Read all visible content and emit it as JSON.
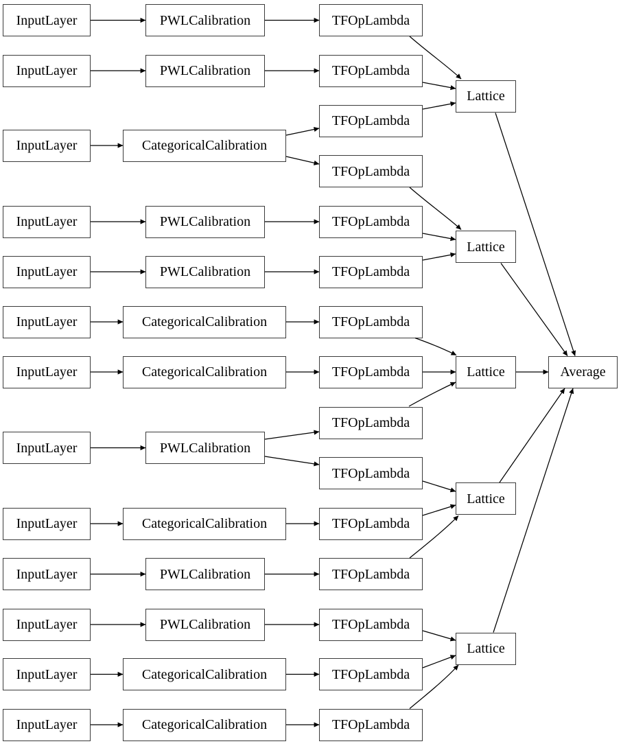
{
  "diagram": {
    "background": "#ffffff",
    "node_border_color": "#3a3a3a",
    "edge_color": "#000000",
    "text_color": "#000000"
  },
  "labels": {
    "input": "InputLayer",
    "pwl": "PWLCalibration",
    "categorical": "CategoricalCalibration",
    "lambda": "TFOpLambda",
    "lattice": "Lattice",
    "average": "Average"
  },
  "nodes": [
    {
      "id": "in1",
      "label": "InputLayer"
    },
    {
      "id": "in2",
      "label": "InputLayer"
    },
    {
      "id": "in3",
      "label": "InputLayer"
    },
    {
      "id": "in4",
      "label": "InputLayer"
    },
    {
      "id": "in5",
      "label": "InputLayer"
    },
    {
      "id": "in6",
      "label": "InputLayer"
    },
    {
      "id": "in7",
      "label": "InputLayer"
    },
    {
      "id": "in8",
      "label": "InputLayer"
    },
    {
      "id": "in9",
      "label": "InputLayer"
    },
    {
      "id": "in10",
      "label": "InputLayer"
    },
    {
      "id": "in11",
      "label": "InputLayer"
    },
    {
      "id": "in12",
      "label": "InputLayer"
    },
    {
      "id": "in13",
      "label": "InputLayer"
    },
    {
      "id": "cal1",
      "label": "PWLCalibration"
    },
    {
      "id": "cal2",
      "label": "PWLCalibration"
    },
    {
      "id": "cal3",
      "label": "CategoricalCalibration"
    },
    {
      "id": "cal4",
      "label": "PWLCalibration"
    },
    {
      "id": "cal5",
      "label": "PWLCalibration"
    },
    {
      "id": "cal6",
      "label": "CategoricalCalibration"
    },
    {
      "id": "cal7",
      "label": "CategoricalCalibration"
    },
    {
      "id": "cal8",
      "label": "PWLCalibration"
    },
    {
      "id": "cal9",
      "label": "CategoricalCalibration"
    },
    {
      "id": "cal10",
      "label": "PWLCalibration"
    },
    {
      "id": "cal11",
      "label": "PWLCalibration"
    },
    {
      "id": "cal12",
      "label": "CategoricalCalibration"
    },
    {
      "id": "cal13",
      "label": "CategoricalCalibration"
    },
    {
      "id": "tf1",
      "label": "TFOpLambda"
    },
    {
      "id": "tf2",
      "label": "TFOpLambda"
    },
    {
      "id": "tf3",
      "label": "TFOpLambda"
    },
    {
      "id": "tf4",
      "label": "TFOpLambda"
    },
    {
      "id": "tf5",
      "label": "TFOpLambda"
    },
    {
      "id": "tf6",
      "label": "TFOpLambda"
    },
    {
      "id": "tf7",
      "label": "TFOpLambda"
    },
    {
      "id": "tf8",
      "label": "TFOpLambda"
    },
    {
      "id": "tf9",
      "label": "TFOpLambda"
    },
    {
      "id": "tf10",
      "label": "TFOpLambda"
    },
    {
      "id": "tf11",
      "label": "TFOpLambda"
    },
    {
      "id": "tf12",
      "label": "TFOpLambda"
    },
    {
      "id": "tf13",
      "label": "TFOpLambda"
    },
    {
      "id": "tf14",
      "label": "TFOpLambda"
    },
    {
      "id": "tf15",
      "label": "TFOpLambda"
    },
    {
      "id": "lat1",
      "label": "Lattice"
    },
    {
      "id": "lat2",
      "label": "Lattice"
    },
    {
      "id": "lat3",
      "label": "Lattice"
    },
    {
      "id": "lat4",
      "label": "Lattice"
    },
    {
      "id": "lat5",
      "label": "Lattice"
    },
    {
      "id": "avg",
      "label": "Average"
    }
  ],
  "edges": [
    {
      "from": "in1",
      "to": "cal1"
    },
    {
      "from": "in2",
      "to": "cal2"
    },
    {
      "from": "in3",
      "to": "cal3"
    },
    {
      "from": "in4",
      "to": "cal4"
    },
    {
      "from": "in5",
      "to": "cal5"
    },
    {
      "from": "in6",
      "to": "cal6"
    },
    {
      "from": "in7",
      "to": "cal7"
    },
    {
      "from": "in8",
      "to": "cal8"
    },
    {
      "from": "in9",
      "to": "cal9"
    },
    {
      "from": "in10",
      "to": "cal10"
    },
    {
      "from": "in11",
      "to": "cal11"
    },
    {
      "from": "in12",
      "to": "cal12"
    },
    {
      "from": "in13",
      "to": "cal13"
    },
    {
      "from": "cal1",
      "to": "tf1"
    },
    {
      "from": "cal2",
      "to": "tf2"
    },
    {
      "from": "cal3",
      "to": "tf3"
    },
    {
      "from": "cal3",
      "to": "tf4"
    },
    {
      "from": "cal4",
      "to": "tf5"
    },
    {
      "from": "cal5",
      "to": "tf6"
    },
    {
      "from": "cal6",
      "to": "tf7"
    },
    {
      "from": "cal7",
      "to": "tf8"
    },
    {
      "from": "cal8",
      "to": "tf9"
    },
    {
      "from": "cal8",
      "to": "tf10"
    },
    {
      "from": "cal9",
      "to": "tf11"
    },
    {
      "from": "cal10",
      "to": "tf12"
    },
    {
      "from": "cal11",
      "to": "tf13"
    },
    {
      "from": "cal12",
      "to": "tf14"
    },
    {
      "from": "cal13",
      "to": "tf15"
    },
    {
      "from": "tf1",
      "to": "lat1"
    },
    {
      "from": "tf2",
      "to": "lat1"
    },
    {
      "from": "tf3",
      "to": "lat1"
    },
    {
      "from": "tf4",
      "to": "lat2"
    },
    {
      "from": "tf5",
      "to": "lat2"
    },
    {
      "from": "tf6",
      "to": "lat2"
    },
    {
      "from": "tf7",
      "to": "lat3"
    },
    {
      "from": "tf8",
      "to": "lat3"
    },
    {
      "from": "tf9",
      "to": "lat3"
    },
    {
      "from": "tf10",
      "to": "lat4"
    },
    {
      "from": "tf11",
      "to": "lat4"
    },
    {
      "from": "tf12",
      "to": "lat4"
    },
    {
      "from": "tf13",
      "to": "lat5"
    },
    {
      "from": "tf14",
      "to": "lat5"
    },
    {
      "from": "tf15",
      "to": "lat5"
    },
    {
      "from": "lat1",
      "to": "avg"
    },
    {
      "from": "lat2",
      "to": "avg"
    },
    {
      "from": "lat3",
      "to": "avg"
    },
    {
      "from": "lat4",
      "to": "avg"
    },
    {
      "from": "lat5",
      "to": "avg"
    }
  ]
}
